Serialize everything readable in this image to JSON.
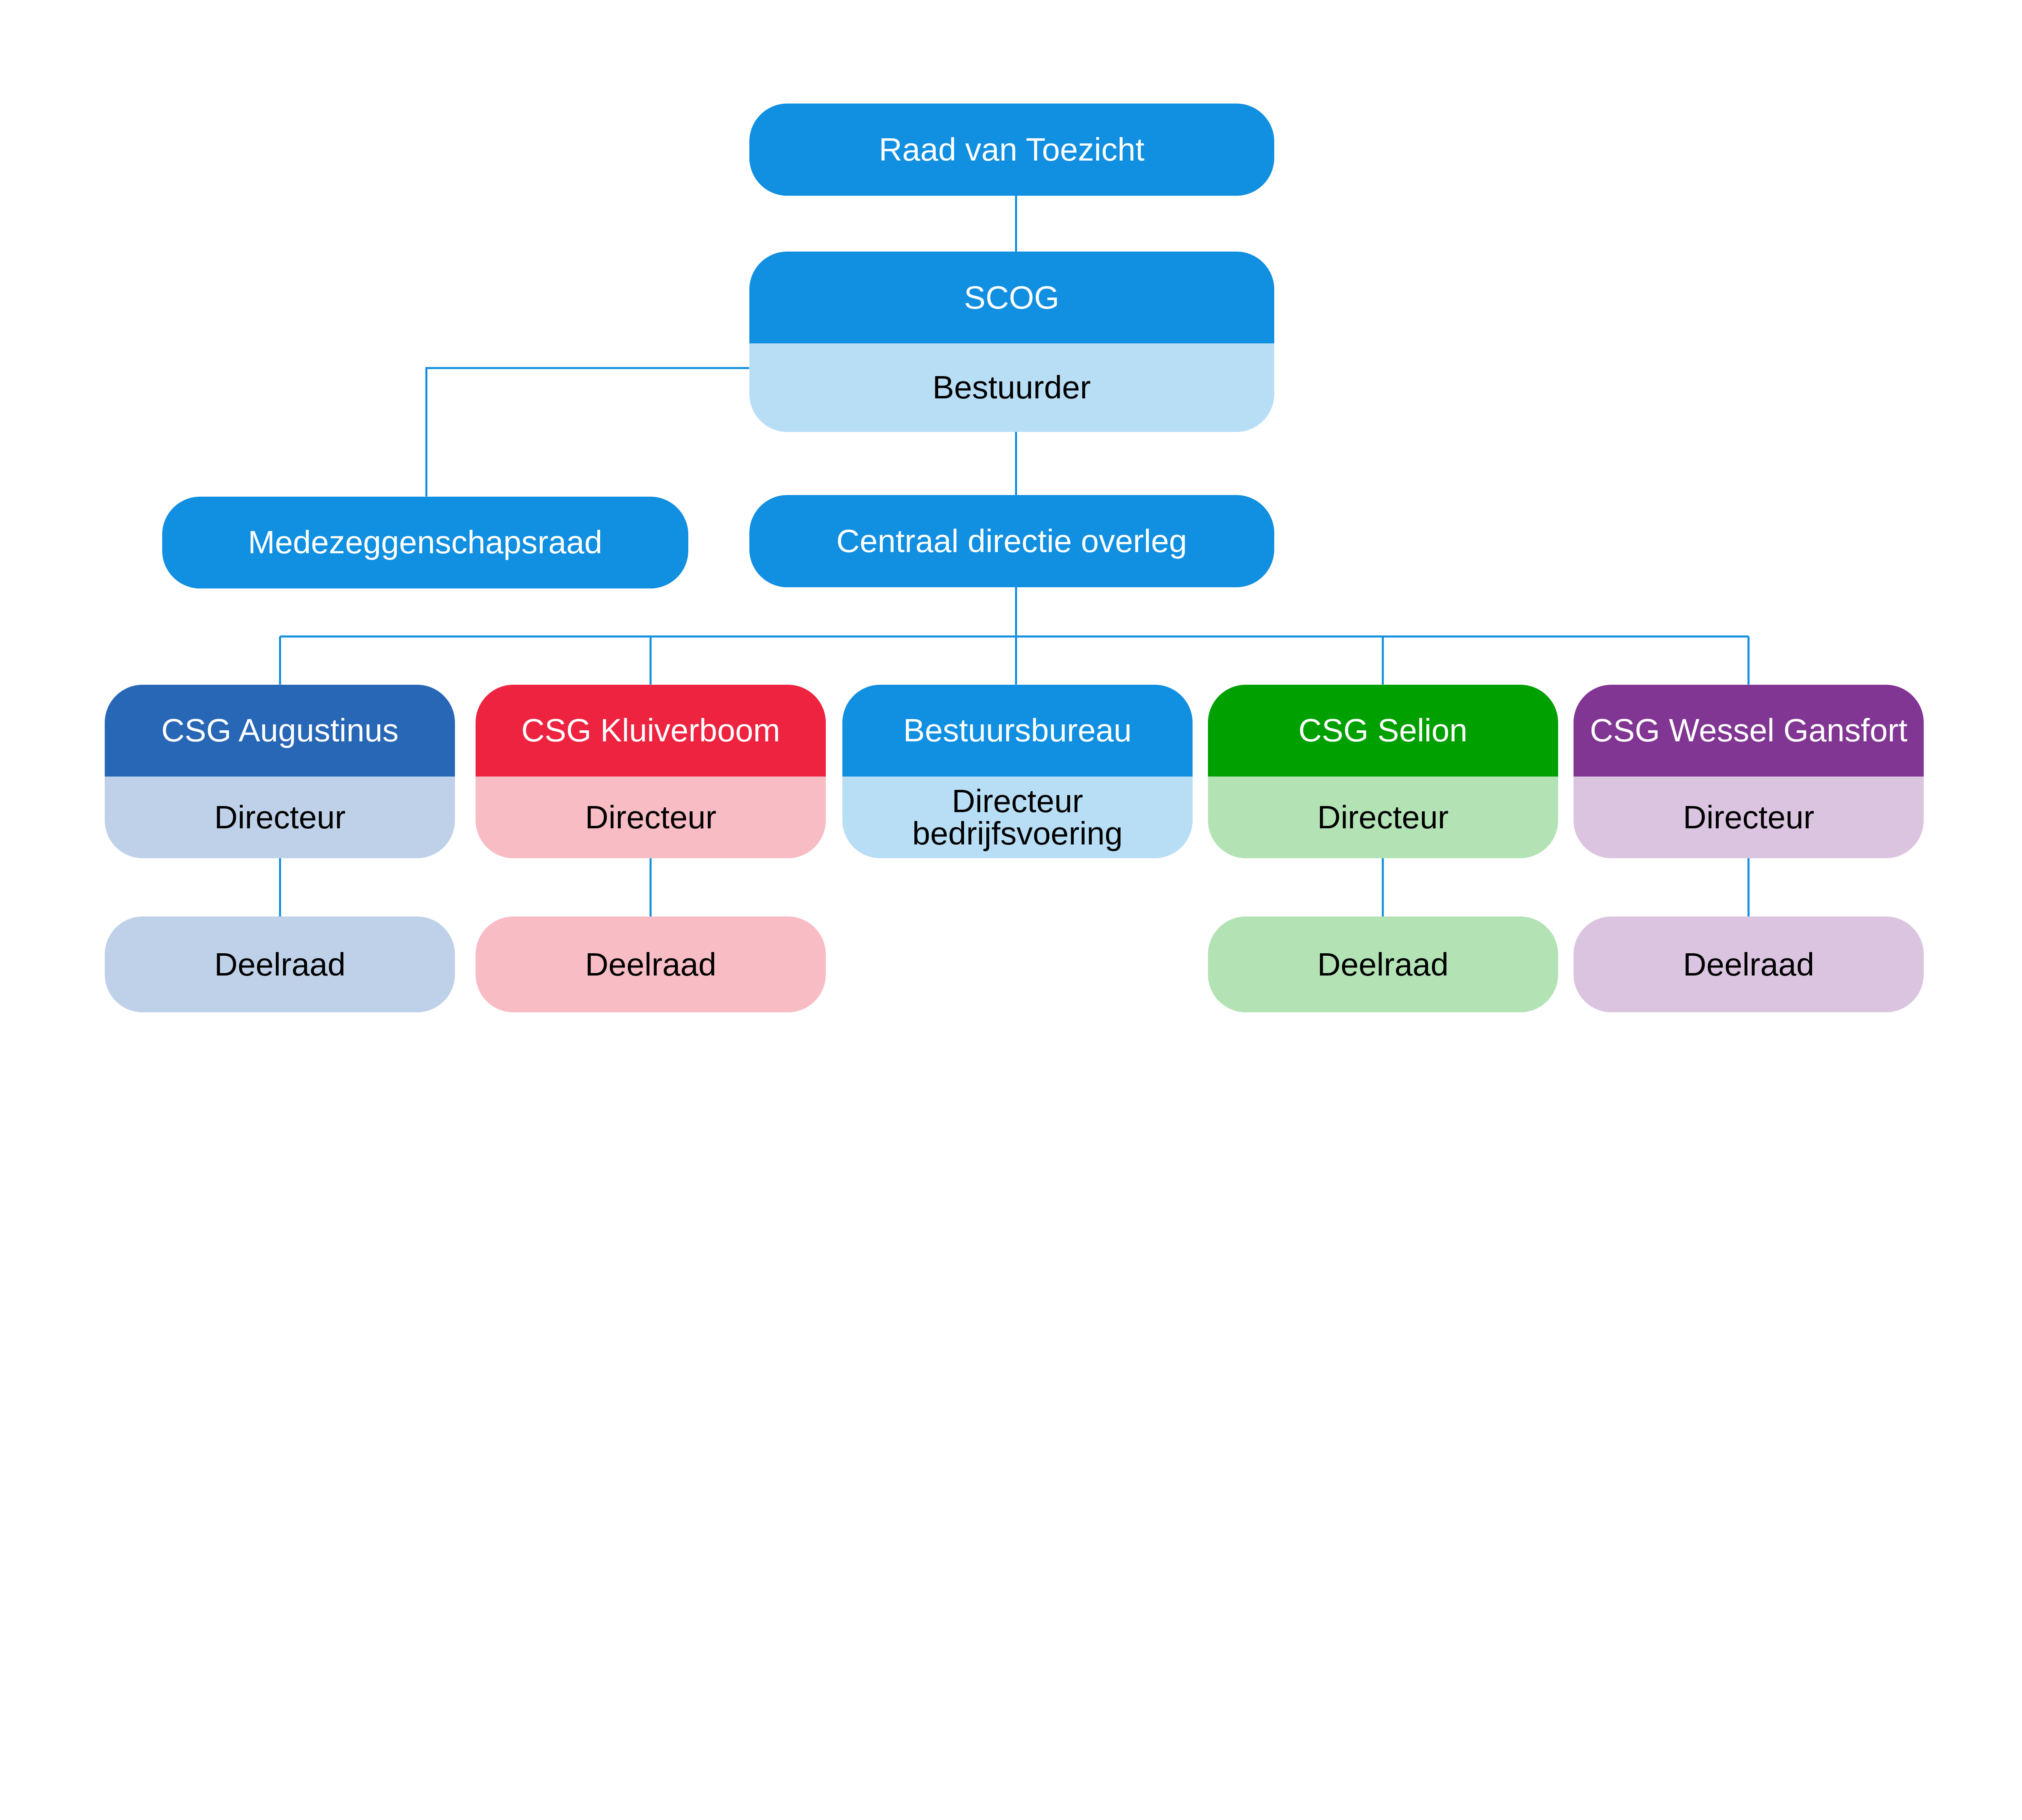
{
  "nodes": {
    "raad": {
      "label": "Raad van Toezicht",
      "color": "#118fe0"
    },
    "scog": {
      "label": "SCOG",
      "sub": "Bestuurder",
      "color": "#118fe0",
      "sub_color": "#b8def6"
    },
    "mr": {
      "label": "Medezeggenschapsraad",
      "color": "#118fe0"
    },
    "cdo": {
      "label": "Centraal directie overleg",
      "color": "#118fe0"
    },
    "units": [
      {
        "label": "CSG Augustinus",
        "sub": "Directeur",
        "deelraad": "Deelraad",
        "color": "#2767b6",
        "sub_color": "#bfd1e9"
      },
      {
        "label": "CSG Kluiverboom",
        "sub": "Directeur",
        "deelraad": "Deelraad",
        "color": "#ed2340",
        "sub_color": "#f8bcc5"
      },
      {
        "label": "Bestuursbureau",
        "sub": "Directeur bedrijfsvoering",
        "color": "#118fe0",
        "sub_color": "#b8def6"
      },
      {
        "label": "CSG Selion",
        "sub": "Directeur",
        "deelraad": "Deelraad",
        "color": "#00a000",
        "sub_color": "#b3e3b5"
      },
      {
        "label": "CSG Wessel Gansfort",
        "sub": "Directeur",
        "deelraad": "Deelraad",
        "color": "#823693",
        "sub_color": "#dbc4e0"
      }
    ]
  },
  "connector_color": "#118fe0"
}
